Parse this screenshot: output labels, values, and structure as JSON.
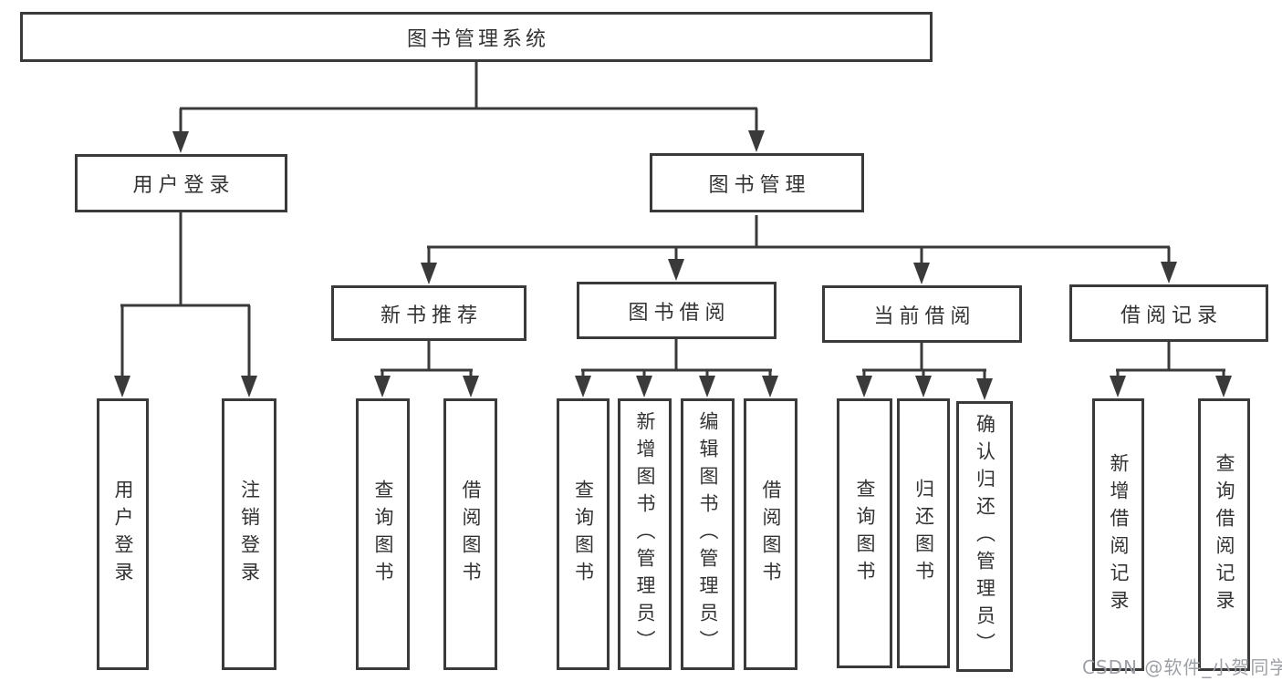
{
  "watermark": "CSDN @软件_小贺同学",
  "colors": {
    "connector_line": "#3a3a3a",
    "node_border": "#3a3a3a",
    "node_background": "#ffffff",
    "node_text": "#333333",
    "watermark_text": "#9da0a6"
  },
  "tree": {
    "root": {
      "label": "图书管理系统"
    },
    "level2": [
      {
        "label": "用户登录",
        "children": [
          {
            "label": "用户登录"
          },
          {
            "label": "注销登录"
          }
        ]
      },
      {
        "label": "图书管理",
        "children": [
          {
            "label": "新书推荐",
            "children": [
              {
                "label": "查询图书"
              },
              {
                "label": "借阅图书"
              }
            ]
          },
          {
            "label": "图书借阅",
            "children": [
              {
                "label": "查询图书"
              },
              {
                "label": "新增图书（管理员）"
              },
              {
                "label": "编辑图书（管理员）"
              },
              {
                "label": "借阅图书"
              }
            ]
          },
          {
            "label": "当前借阅",
            "children": [
              {
                "label": "查询图书"
              },
              {
                "label": "归还图书"
              },
              {
                "label": "确认归还（管理员）"
              }
            ]
          },
          {
            "label": "借阅记录",
            "children": [
              {
                "label": "新增借阅记录"
              },
              {
                "label": "查询借阅记录"
              }
            ]
          }
        ]
      }
    ]
  }
}
